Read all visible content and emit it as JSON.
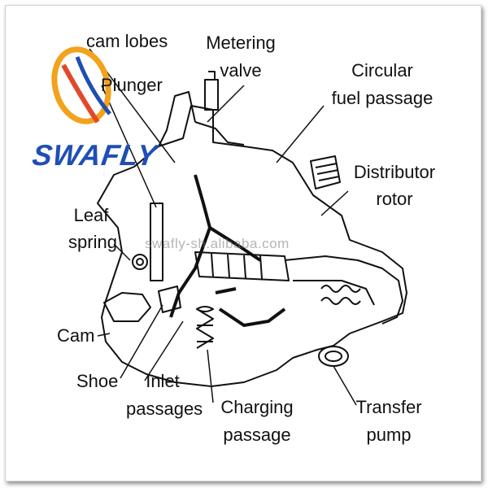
{
  "brand": {
    "logo_text": "SWAFLY",
    "watermark": "swafly-sh.alibaba.com",
    "colors": {
      "logo_blue": "#1f4fb4",
      "logo_orange": "#f2a21b",
      "logo_red": "#e2492b"
    }
  },
  "labels": {
    "cam_lobes": "cam lobes",
    "plunger": "Plunger",
    "metering_valve_1": "Metering",
    "metering_valve_2": "valve",
    "circular_fuel_1": "Circular",
    "circular_fuel_2": "fuel passage",
    "distributor_rotor_1": "Distributor",
    "distributor_rotor_2": "rotor",
    "leaf_spring_1": "Leaf",
    "leaf_spring_2": "spring",
    "cam": "Cam",
    "shoe": "Shoe",
    "inlet_passages_1": "Inlet",
    "inlet_passages_2": "passages",
    "charging_passage_1": "Charging",
    "charging_passage_2": "passage",
    "transfer_pump_1": "Transfer",
    "transfer_pump_2": "pump"
  }
}
